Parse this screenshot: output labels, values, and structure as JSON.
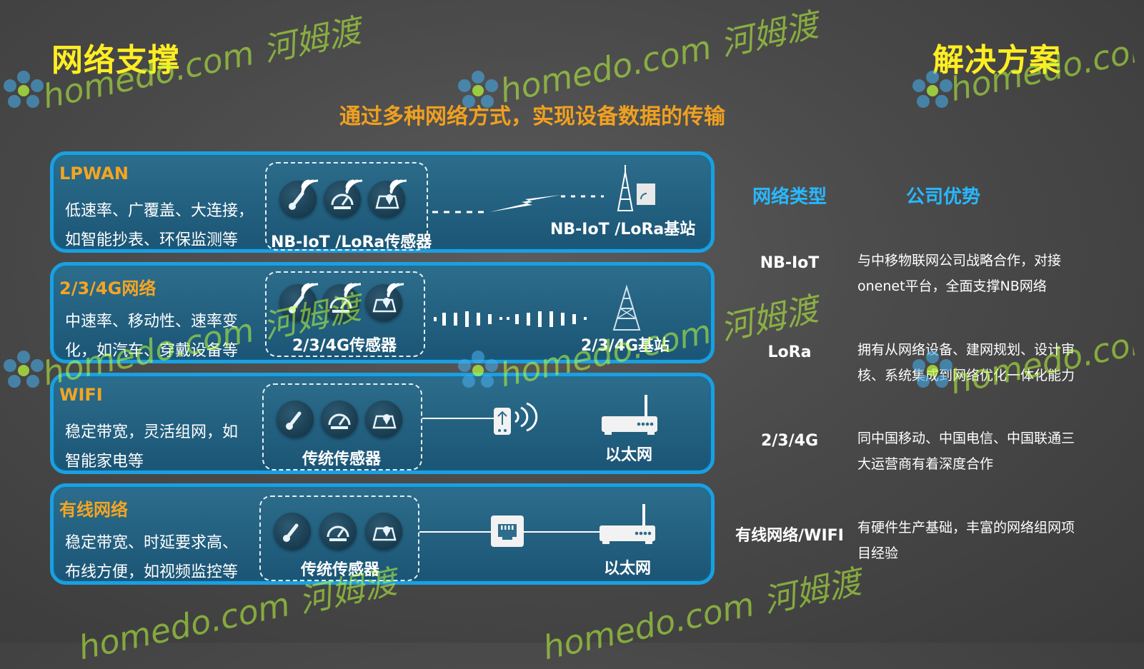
{
  "titles": {
    "left": "网络支撑",
    "right": "解决方案"
  },
  "subtitle": "通过多种网络方式，实现设备数据的传输",
  "panels": [
    {
      "heading": "LPWAN",
      "desc_line1": "低速率、广覆盖、大连接，",
      "desc_line2": "如智能抄表、环保监测等",
      "sensor_label": "NB-IoT /LoRa传感器",
      "station_label": "NB-IoT /LoRa基站"
    },
    {
      "heading": "2/3/4G网络",
      "desc_line1": "中速率、移动性、速率变",
      "desc_line2": "化，如汽车、穿戴设备等",
      "sensor_label": "2/3/4G传感器",
      "station_label": "2/3/4G基站"
    },
    {
      "heading": "WIFI",
      "desc_line1": "稳定带宽，灵活组网，如",
      "desc_line2": "智能家电等",
      "sensor_label": "传统传感器",
      "station_label": "以太网"
    },
    {
      "heading": "有线网络",
      "desc_line1": "稳定带宽、时延要求高、",
      "desc_line2": "布线方便，如视频监控等",
      "sensor_label": "传统传感器",
      "station_label": "以太网"
    }
  ],
  "solution": {
    "col_type": "网络类型",
    "col_adv": "公司优势",
    "rows": [
      {
        "type": "NB-IoT",
        "adv_line1": "与中移物联网公司战略合作，对接",
        "adv_line2": "onenet平台，全面支撑NB网络"
      },
      {
        "type": "LoRa",
        "adv_line1": "拥有从网络设备、建网规划、设计审",
        "adv_line2": "核、系统集成到网络优化一体化能力"
      },
      {
        "type": "2/3/4G",
        "adv_line1": "同中国移动、中国电信、中国联通三",
        "adv_line2": "大运营商有着深度合作"
      },
      {
        "type": "有线网络/WIFI",
        "adv_line1": "有硬件生产基础，丰富的网络组网项",
        "adv_line2": "目经验"
      }
    ]
  },
  "watermark": {
    "text": "homedo.com 河姆渡"
  },
  "colors": {
    "title": "#ffee22",
    "subtitle": "#f0a020",
    "heading": "#f4a521",
    "column_head": "#28b8ff",
    "panel_border": "#1aa0e0"
  },
  "icons": [
    "thermometer-icon",
    "gauge-icon",
    "map-pin-icon",
    "signal-tower-icon",
    "router-icon",
    "ethernet-port-icon",
    "wifi-adapter-icon"
  ]
}
